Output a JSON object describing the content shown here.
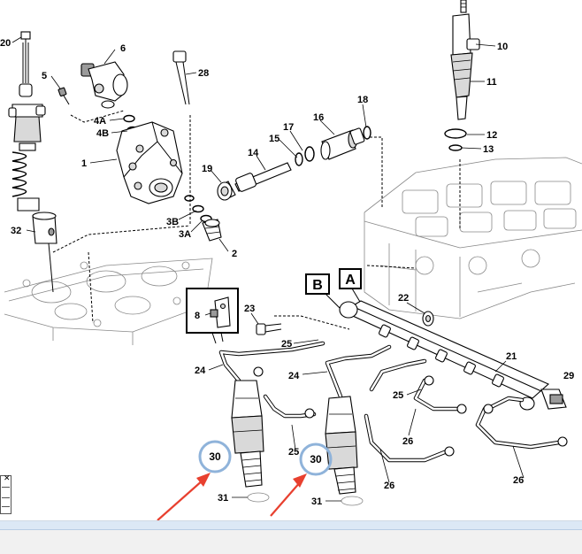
{
  "diagram": {
    "callouts": {
      "c20": "20",
      "c6": "6",
      "c28": "28",
      "c5": "5",
      "c4a": "4A",
      "c4b": "4B",
      "c1": "1",
      "c3b": "3B",
      "c3a": "3A",
      "c2": "2",
      "c32": "32",
      "c17": "17",
      "c15": "15",
      "c16": "16",
      "c18": "18",
      "c14": "14",
      "c19": "19",
      "c10": "10",
      "c11": "11",
      "c12": "12",
      "c13": "13",
      "c8": "8",
      "c23": "23",
      "c22": "22",
      "c25a": "25",
      "c25b": "25",
      "c25c": "25",
      "c24a": "24",
      "c24b": "24",
      "c21": "21",
      "c29": "29",
      "c26a": "26",
      "c26b": "26",
      "c26c": "26",
      "c30a": "30",
      "c30b": "30",
      "c31a": "31",
      "c31b": "31"
    },
    "view_labels": {
      "a": "A",
      "b": "B"
    },
    "highlight_color": "#8fb3da",
    "arrow_color": "#e8402f"
  },
  "mini_window": {
    "close_glyph": "✕"
  }
}
